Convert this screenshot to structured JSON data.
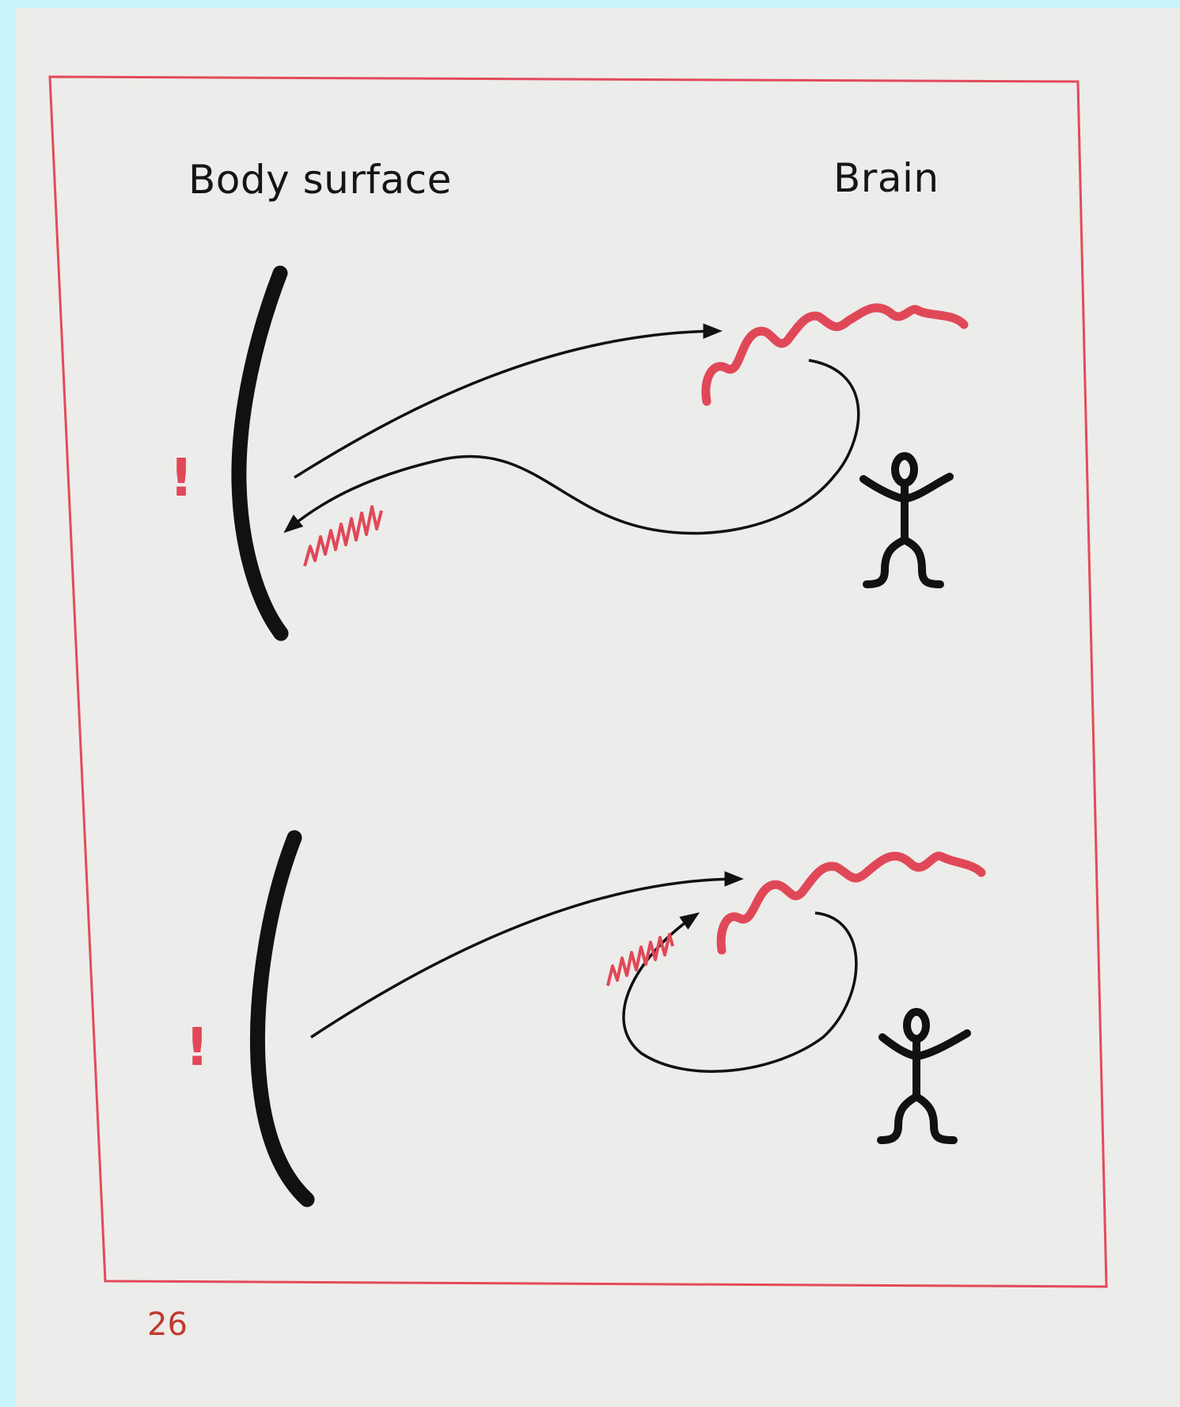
{
  "labels": {
    "body_surface": "Body surface",
    "brain": "Brain"
  },
  "marks": {
    "exclamation_top": "!",
    "exclamation_bottom": "!"
  },
  "page_number": "26",
  "colors": {
    "outer_background": "#c9f6fd",
    "paper": "#ececea",
    "frame": "#e34a5a",
    "accent_red": "#e04858",
    "ink": "#111111"
  },
  "icons": [
    "body-surface-line",
    "brain-wave",
    "stick-figure",
    "arrow",
    "jagged-signal"
  ]
}
